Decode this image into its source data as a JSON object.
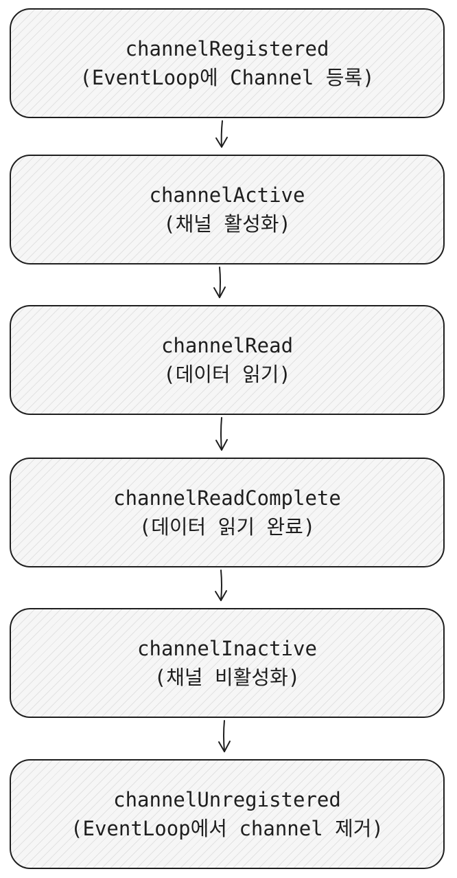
{
  "diagram": {
    "nodes": [
      {
        "name": "channelRegistered",
        "desc": "(EventLoop에 Channel 등록)"
      },
      {
        "name": "channelActive",
        "desc": "(채널 활성화)"
      },
      {
        "name": "channelRead",
        "desc": "(데이터 읽기)"
      },
      {
        "name": "channelReadComplete",
        "desc": "(데이터 읽기 완료)"
      },
      {
        "name": "channelInactive",
        "desc": "(채널 비활성화)"
      },
      {
        "name": "channelUnregistered",
        "desc": "(EventLoop에서 channel 제거)"
      }
    ],
    "edges": [
      {
        "from": "channelRegistered",
        "to": "channelActive"
      },
      {
        "from": "channelActive",
        "to": "channelRead"
      },
      {
        "from": "channelRead",
        "to": "channelReadComplete"
      },
      {
        "from": "channelReadComplete",
        "to": "channelInactive"
      },
      {
        "from": "channelInactive",
        "to": "channelUnregistered"
      }
    ],
    "colors": {
      "stroke": "#1e1e1e",
      "fill": "#f6f6f6",
      "hatch": "#787878"
    }
  }
}
